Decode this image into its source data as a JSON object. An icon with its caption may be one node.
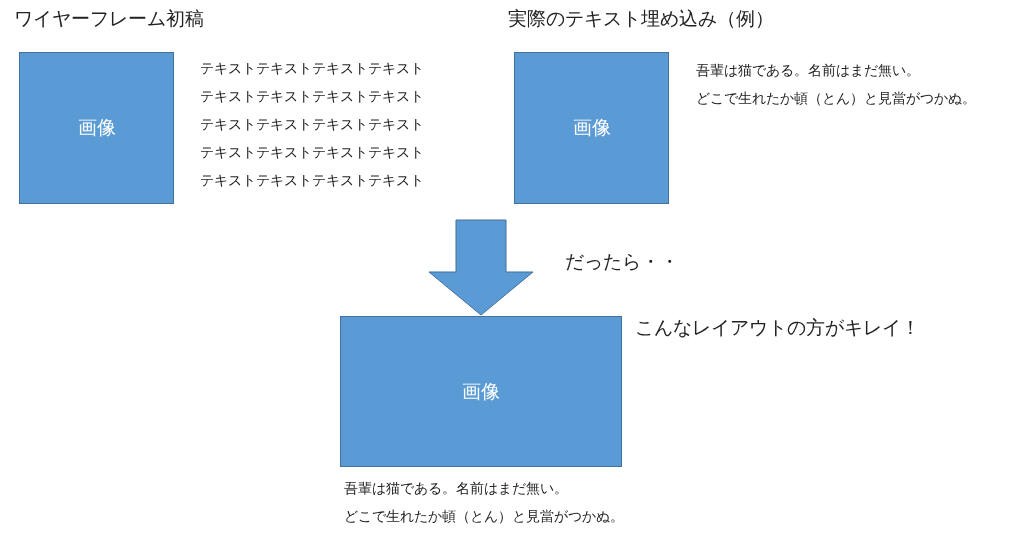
{
  "diagram": {
    "nodes": [
      {
        "text": [
          "画像"
        ],
        "beside": [
          "テキストテキストテキストテキスト",
          "テキストテキストテキストテキスト",
          "テキストテキストテキストテキスト",
          "テキストテキストテキストテキスト",
          "テキストテキストテキストテキスト"
        ]
      },
      {
        "text": [
          "画像"
        ],
        "beside": [
          "吾輩は猫である。名前はまだ無い。",
          "どこで生れたか頓（とん）と見當がつかぬ。"
        ]
      },
      {
        "text": [
          "画像"
        ],
        "beside": [
          "吾輩は猫である。名前はまだ無い。",
          "どこで生れたか頓（とん）と見當がつかぬ。"
        ]
      }
    ],
    "edges": [
      {
        "from": null,
        "to": 2,
        "arrow": "to"
      }
    ],
    "labels": [
      "ワイヤーフレーム初稿",
      "実際のテキスト埋め込み（例）",
      "だったら・・",
      "こんなレイアウトの方がキレイ！"
    ]
  }
}
